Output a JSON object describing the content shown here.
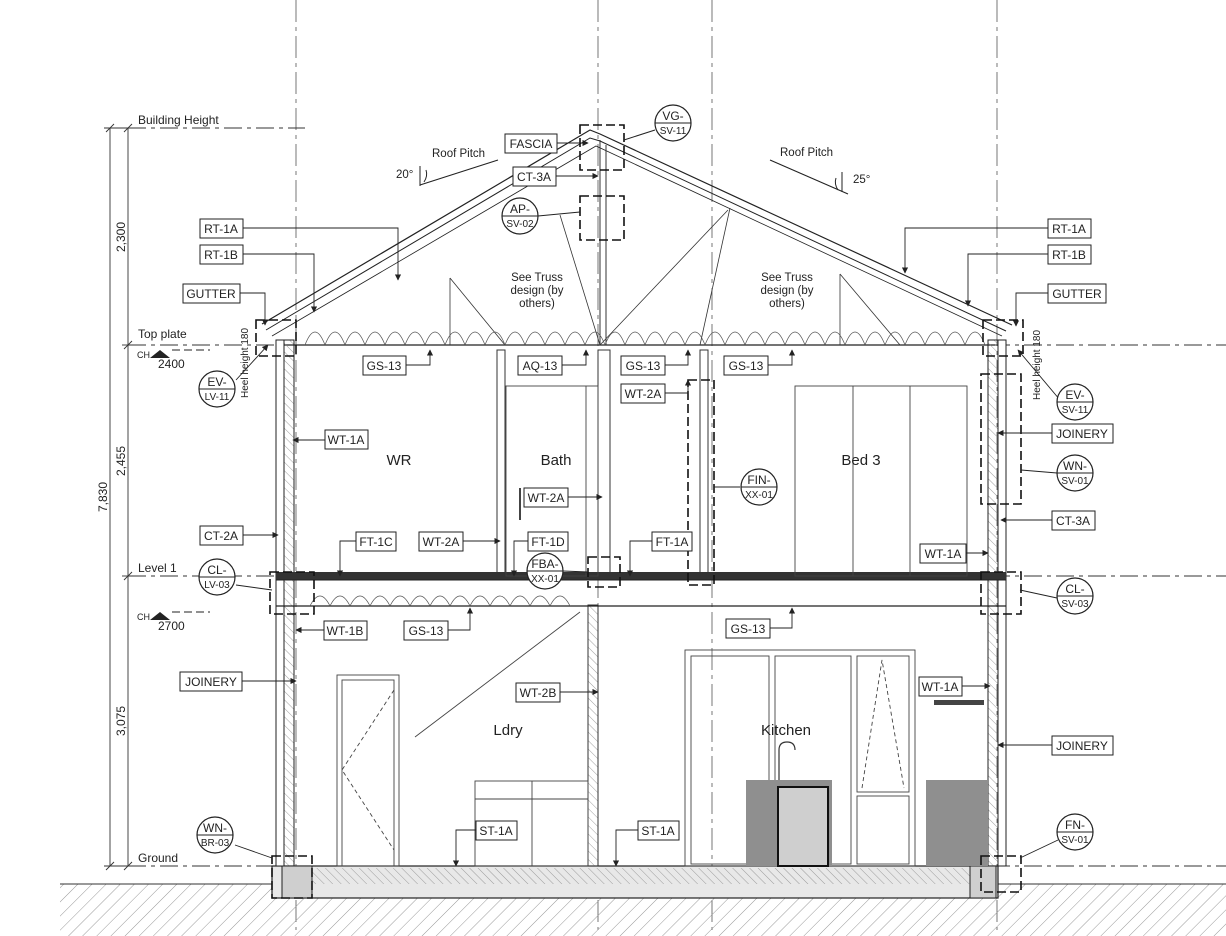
{
  "levels": {
    "building_height": "Building Height",
    "top_plate": "Top plate",
    "level1": "Level 1",
    "ground": "Ground",
    "ch_upper_prefix": "CH",
    "ch_upper": "2400",
    "ch_lower_prefix": "CH",
    "ch_lower": "2700"
  },
  "dimensions": {
    "d_top": "2,300",
    "d_mid": "2,455",
    "d_bot": "3,075",
    "d_total": "7,830"
  },
  "roof_pitch": {
    "left_label": "Roof Pitch",
    "left_angle": "20°",
    "right_label": "Roof Pitch",
    "right_angle": "25°"
  },
  "notes": {
    "truss_left_1": "See Truss",
    "truss_left_2": "design (by",
    "truss_left_3": "others)",
    "truss_right_1": "See Truss",
    "truss_right_2": "design (by",
    "truss_right_3": "others)",
    "heel_left": "Heel height 180",
    "heel_right": "Heel height 180"
  },
  "rooms": {
    "wr": "WR",
    "bath": "Bath",
    "bed3": "Bed 3",
    "ldry": "Ldry",
    "kitchen": "Kitchen"
  },
  "tags": {
    "fascia": "FASCIA",
    "ct3a_top": "CT-3A",
    "rt1a_l": "RT-1A",
    "rt1b_l": "RT-1B",
    "gutter_l": "GUTTER",
    "rt1a_r": "RT-1A",
    "rt1b_r": "RT-1B",
    "gutter_r": "GUTTER",
    "gs13_a": "GS-13",
    "aq13": "AQ-13",
    "gs13_b": "GS-13",
    "gs13_c": "GS-13",
    "wt2a_a": "WT-2A",
    "wt1a_a": "WT-1A",
    "joinery_r1": "JOINERY",
    "wt2a_b": "WT-2A",
    "ct2a": "CT-2A",
    "ft1c": "FT-1C",
    "wt2a_c": "WT-2A",
    "ft1d": "FT-1D",
    "ft1a": "FT-1A",
    "wt1a_b": "WT-1A",
    "ct3a_r": "CT-3A",
    "wt1b": "WT-1B",
    "gs13_d": "GS-13",
    "gs13_e": "GS-13",
    "joinery_l": "JOINERY",
    "wt2b": "WT-2B",
    "wt1a_c": "WT-1A",
    "joinery_r2": "JOINERY",
    "st1a_a": "ST-1A",
    "st1a_b": "ST-1A"
  },
  "callouts": {
    "vg": {
      "top": "VG-",
      "bottom": "SV-11"
    },
    "ap": {
      "top": "AP-",
      "bottom": "SV-02"
    },
    "ev_l": {
      "top": "EV-",
      "bottom": "LV-11"
    },
    "ev_r": {
      "top": "EV-",
      "bottom": "SV-11"
    },
    "wn_r": {
      "top": "WN-",
      "bottom": "SV-01"
    },
    "fin": {
      "top": "FIN-",
      "bottom": "XX-01"
    },
    "fba": {
      "top": "FBA-",
      "bottom": "XX-01"
    },
    "cl_l": {
      "top": "CL-",
      "bottom": "LV-03"
    },
    "cl_r": {
      "top": "CL-",
      "bottom": "SV-03"
    },
    "wn_l": {
      "top": "WN-",
      "bottom": "BR-03"
    },
    "fn": {
      "top": "FN-",
      "bottom": "SV-01"
    }
  }
}
